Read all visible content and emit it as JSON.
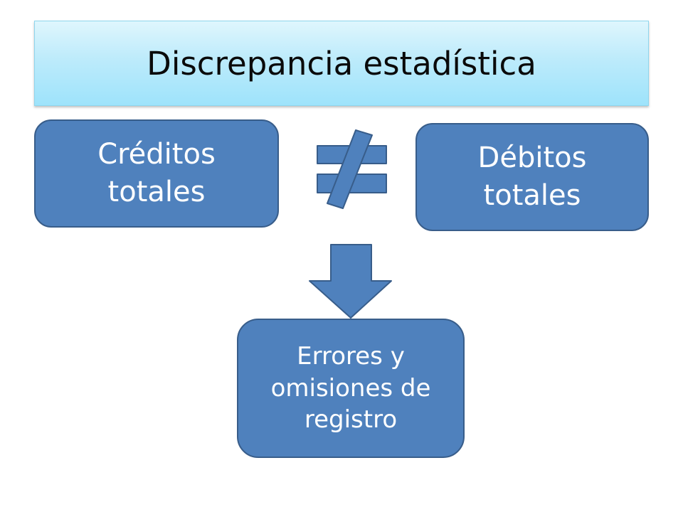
{
  "slide": {
    "title": "Discrepancia estadística"
  },
  "nodes": {
    "creditos": {
      "line1": "Créditos",
      "line2": "totales"
    },
    "debitos": {
      "line1": "Débitos",
      "line2": "totales"
    },
    "errores": {
      "line1": "Errores y",
      "line2": "omisiones de",
      "line3": "registro"
    }
  },
  "symbols": {
    "relation": "not-equal-icon",
    "flow": "arrow-down-icon"
  },
  "colors": {
    "node_fill": "#4f81bd",
    "node_border": "#385d8a",
    "title_fill": "#bdebfb"
  }
}
